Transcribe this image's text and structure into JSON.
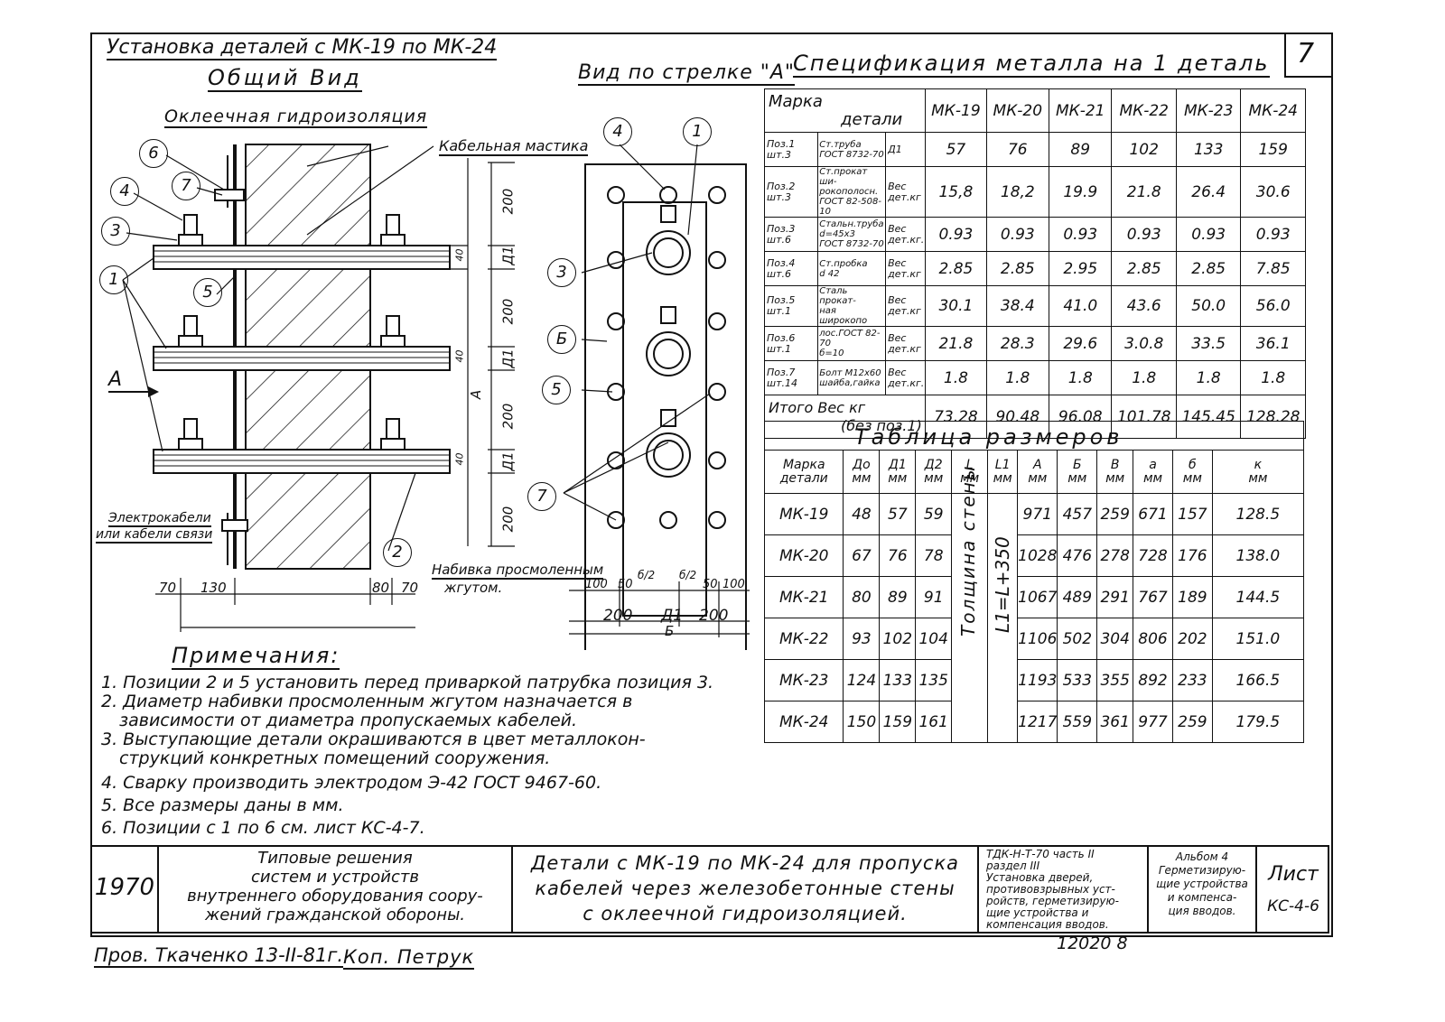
{
  "sheet_number": "7",
  "header": {
    "title": "Установка деталей с МК-19 по МК-24",
    "subtitle": "Общий Вид",
    "view_a": "Вид по стрелке \"А\"",
    "spec_title": "Спецификация металла на 1 деталь"
  },
  "drawing_labels": {
    "insulation": "Оклеечная гидроизоляция",
    "mastic": "Кабельная мастика",
    "cable_1": "Электрокабели",
    "cable_2": "или кабели связи",
    "packing_1": "Набивка просмоленным",
    "packing_2": "жгутом.",
    "arrow_a": "А",
    "callouts": [
      "6",
      "7",
      "4",
      "3",
      "1",
      "5",
      "2"
    ],
    "view_callouts": [
      "4",
      "1",
      "3",
      "Б",
      "5",
      "7"
    ],
    "dims_vertical": [
      "200",
      "Д1",
      "200",
      "Д1",
      "200",
      "Д1",
      "200"
    ],
    "dim_a": "А",
    "dim_40": "40",
    "dims_bottom": [
      "70",
      "130",
      "80",
      "70"
    ],
    "view_dims_top": [
      "100",
      "50",
      "б/2",
      "б/2",
      "50",
      "100"
    ],
    "view_dims_bottom": [
      "200",
      "Д1",
      "200",
      "Б"
    ]
  },
  "spec_table": {
    "header_label_1": "Марка",
    "header_label_2": "детали",
    "columns": [
      "МК-19",
      "МК-20",
      "МК-21",
      "МК-22",
      "МК-23",
      "МК-24"
    ],
    "rows": [
      {
        "pos": [
          "Поз.1",
          "шт.3"
        ],
        "name": [
          "Ст.труба",
          "ГОСТ 8732-70"
        ],
        "unit": [
          "Д1"
        ],
        "values": [
          "57",
          "76",
          "89",
          "102",
          "133",
          "159"
        ]
      },
      {
        "pos": [
          "Поз.2",
          "шт.3"
        ],
        "name": [
          "Ст.прокат ши-",
          "рокополосн.",
          "ГОСТ 82-508-10"
        ],
        "unit": [
          "Вес",
          "дет.кг"
        ],
        "values": [
          "15,8",
          "18,2",
          "19.9",
          "21.8",
          "26.4",
          "30.6"
        ]
      },
      {
        "pos": [
          "Поз.3",
          "шт.6"
        ],
        "name": [
          "Стальн.труба",
          "d=45x3",
          "ГОСТ 8732-70"
        ],
        "unit": [
          "Вес",
          "дет.кг."
        ],
        "values": [
          "0.93",
          "0.93",
          "0.93",
          "0.93",
          "0.93",
          "0.93"
        ]
      },
      {
        "pos": [
          "Поз.4",
          "шт.6"
        ],
        "name": [
          "Ст.пробка",
          "d 42"
        ],
        "unit": [
          "Вес",
          "дет.кг"
        ],
        "values": [
          "2.85",
          "2.85",
          "2.95",
          "2.85",
          "2.85",
          "7.85"
        ]
      },
      {
        "pos": [
          "Поз.5",
          "шт.1"
        ],
        "name": [
          "Сталь прокат-",
          "ная широкопо"
        ],
        "unit": [
          "Вес",
          "дет.кг"
        ],
        "values": [
          "30.1",
          "38.4",
          "41.0",
          "43.6",
          "50.0",
          "56.0"
        ]
      },
      {
        "pos": [
          "Поз.6",
          "шт.1"
        ],
        "name": [
          "лос.ГОСТ 82-70",
          "б=10"
        ],
        "unit": [
          "Вес",
          "дет.кг"
        ],
        "values": [
          "21.8",
          "28.3",
          "29.6",
          "3.0.8",
          "33.5",
          "36.1"
        ]
      },
      {
        "pos": [
          "Поз.7",
          "шт.14"
        ],
        "name": [
          "Болт М12х60",
          "шайба,гайка"
        ],
        "unit": [
          "Вес",
          "дет.кг."
        ],
        "values": [
          "1.8",
          "1.8",
          "1.8",
          "1.8",
          "1.8",
          "1.8"
        ]
      }
    ],
    "total_label_1": "Итого Вес кг",
    "total_label_2": "(без поз.1)",
    "totals": [
      "73.28",
      "90.48",
      "96.08",
      "101.78",
      "145.45",
      "128.28"
    ]
  },
  "size_table": {
    "title": "Таблица размеров",
    "headers": [
      [
        "Марка",
        "детали"
      ],
      [
        "До",
        "мм"
      ],
      [
        "Д1",
        "мм"
      ],
      [
        "Д2",
        "мм"
      ],
      [
        "L",
        "мм"
      ],
      [
        "L1",
        "мм"
      ],
      [
        "А",
        "мм"
      ],
      [
        "Б",
        "мм"
      ],
      [
        "В",
        "мм"
      ],
      [
        "а",
        "мм"
      ],
      [
        "б",
        "мм"
      ],
      [
        "к",
        "мм"
      ]
    ],
    "wall_label": "Толщина стены",
    "l1_formula": "L1=L+350",
    "rows": [
      [
        "МК-19",
        "48",
        "57",
        "59",
        "971",
        "457",
        "259",
        "671",
        "157",
        "128.5"
      ],
      [
        "МК-20",
        "67",
        "76",
        "78",
        "1028",
        "476",
        "278",
        "728",
        "176",
        "138.0"
      ],
      [
        "МК-21",
        "80",
        "89",
        "91",
        "1067",
        "489",
        "291",
        "767",
        "189",
        "144.5"
      ],
      [
        "МК-22",
        "93",
        "102",
        "104",
        "1106",
        "502",
        "304",
        "806",
        "202",
        "151.0"
      ],
      [
        "МК-23",
        "124",
        "133",
        "135",
        "1193",
        "533",
        "355",
        "892",
        "233",
        "166.5"
      ],
      [
        "МК-24",
        "150",
        "159",
        "161",
        "1217",
        "559",
        "361",
        "977",
        "259",
        "179.5"
      ]
    ]
  },
  "notes": {
    "title": "Примечания:",
    "items": [
      "1. Позиции 2 и 5 установить перед приваркой патрубка позиция 3.",
      "2. Диаметр набивки просмоленным жгутом назначается в",
      "зависимости от диаметра пропускаемых кабелей.",
      "3. Выступающие детали окрашиваются в цвет металлокон-",
      "струкций конкретных помещений сооружения.",
      "4. Сварку производить электродом Э-42 ГОСТ 9467-60.",
      "5. Все размеры даны в мм.",
      "6. Позиции с 1 по 6 см. лист КС-4-7."
    ]
  },
  "title_block": {
    "year": "1970",
    "org_1": "Типовые решения",
    "org_2": "систем и устройств",
    "org_3": "внутреннего оборудования соору-",
    "org_4": "жений гражданской обороны.",
    "desc_1": "Детали с МК-19 по МК-24 для пропуска",
    "desc_2": "кабелей через железобетонные стены",
    "desc_3": "с оклеечной гидроизоляцией.",
    "ref": [
      "ТДК-Н-Т-70 часть II",
      "раздел III",
      "Установка дверей,",
      "противовзрывных уст-",
      "ройств, герметизирую-",
      "щие устройства и",
      "компенсация вводов."
    ],
    "album": [
      "Альбом 4",
      "Герметизирую-",
      "щие устройства",
      "и компенса-",
      "ция вводов."
    ],
    "sheet_label": "Лист",
    "sheet_code": "КС-4-6",
    "order": "12020  8"
  },
  "footer": {
    "checked": "Пров. Ткаченко 13-II-81г.",
    "copied": "Коп. Петрук"
  }
}
